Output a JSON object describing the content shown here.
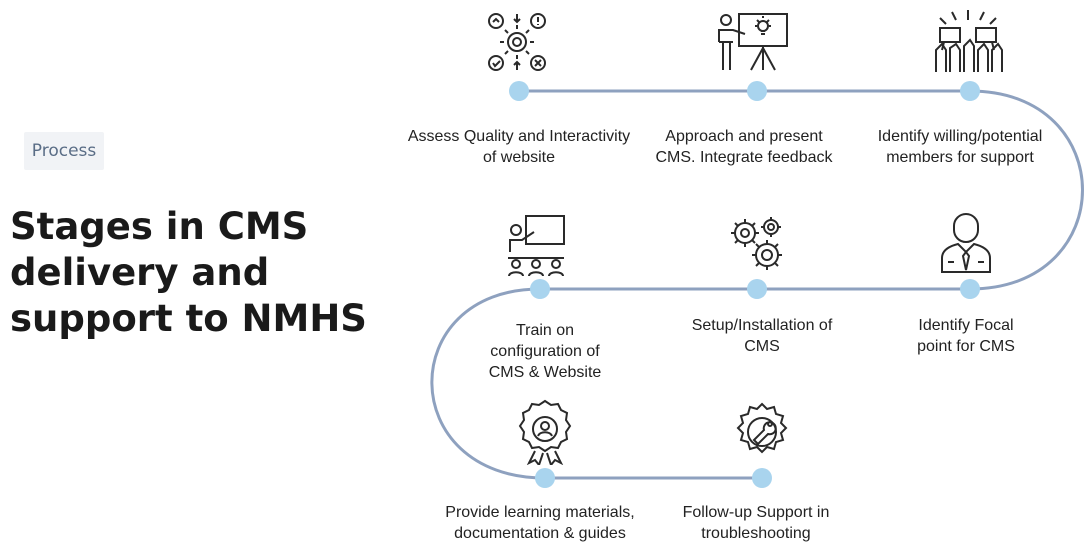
{
  "category": "Process",
  "title": "Stages in CMS delivery and support to NMHS",
  "colors": {
    "node": "#a9d4ee",
    "path": "#8ea1bf",
    "icon": "#2a2a2a"
  },
  "stages": [
    {
      "label": "Assess Quality and Interactivity of website",
      "icon": "evaluation-gears-icon"
    },
    {
      "label": "Approach and present CMS. Integrate feedback",
      "icon": "presenter-board-icon"
    },
    {
      "label": "Identify willing/potential members for support",
      "icon": "raised-hands-crowd-icon"
    },
    {
      "label": "Identify Focal point for CMS",
      "icon": "businessman-icon"
    },
    {
      "label": "Setup/Installation of CMS",
      "icon": "gears-icon"
    },
    {
      "label": "Train on configuration of CMS & Website",
      "icon": "training-class-icon"
    },
    {
      "label": "Provide learning materials, documentation & guides",
      "icon": "award-badge-icon"
    },
    {
      "label": "Follow-up Support in troubleshooting",
      "icon": "gear-wrench-icon"
    }
  ]
}
